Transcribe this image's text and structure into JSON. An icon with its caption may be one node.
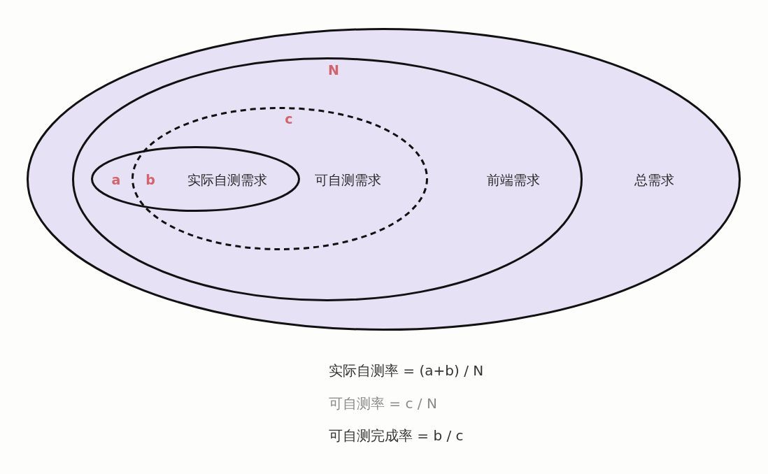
{
  "diagram": {
    "nodes": [
      {
        "text": [
          "总需求"
        ]
      },
      {
        "text": [
          "前端需求"
        ],
        "in": 0
      },
      {
        "text": [
          "可自测需求"
        ],
        "in": 1
      },
      {
        "text": [
          "实际自测需求"
        ],
        "in": 1
      }
    ],
    "edges": [],
    "labels": [
      "N",
      "c",
      "a",
      "b",
      "实际自测率 = (a+b) / N",
      "可自测率 = c / N",
      "可自测完成率 = b / c"
    ]
  }
}
